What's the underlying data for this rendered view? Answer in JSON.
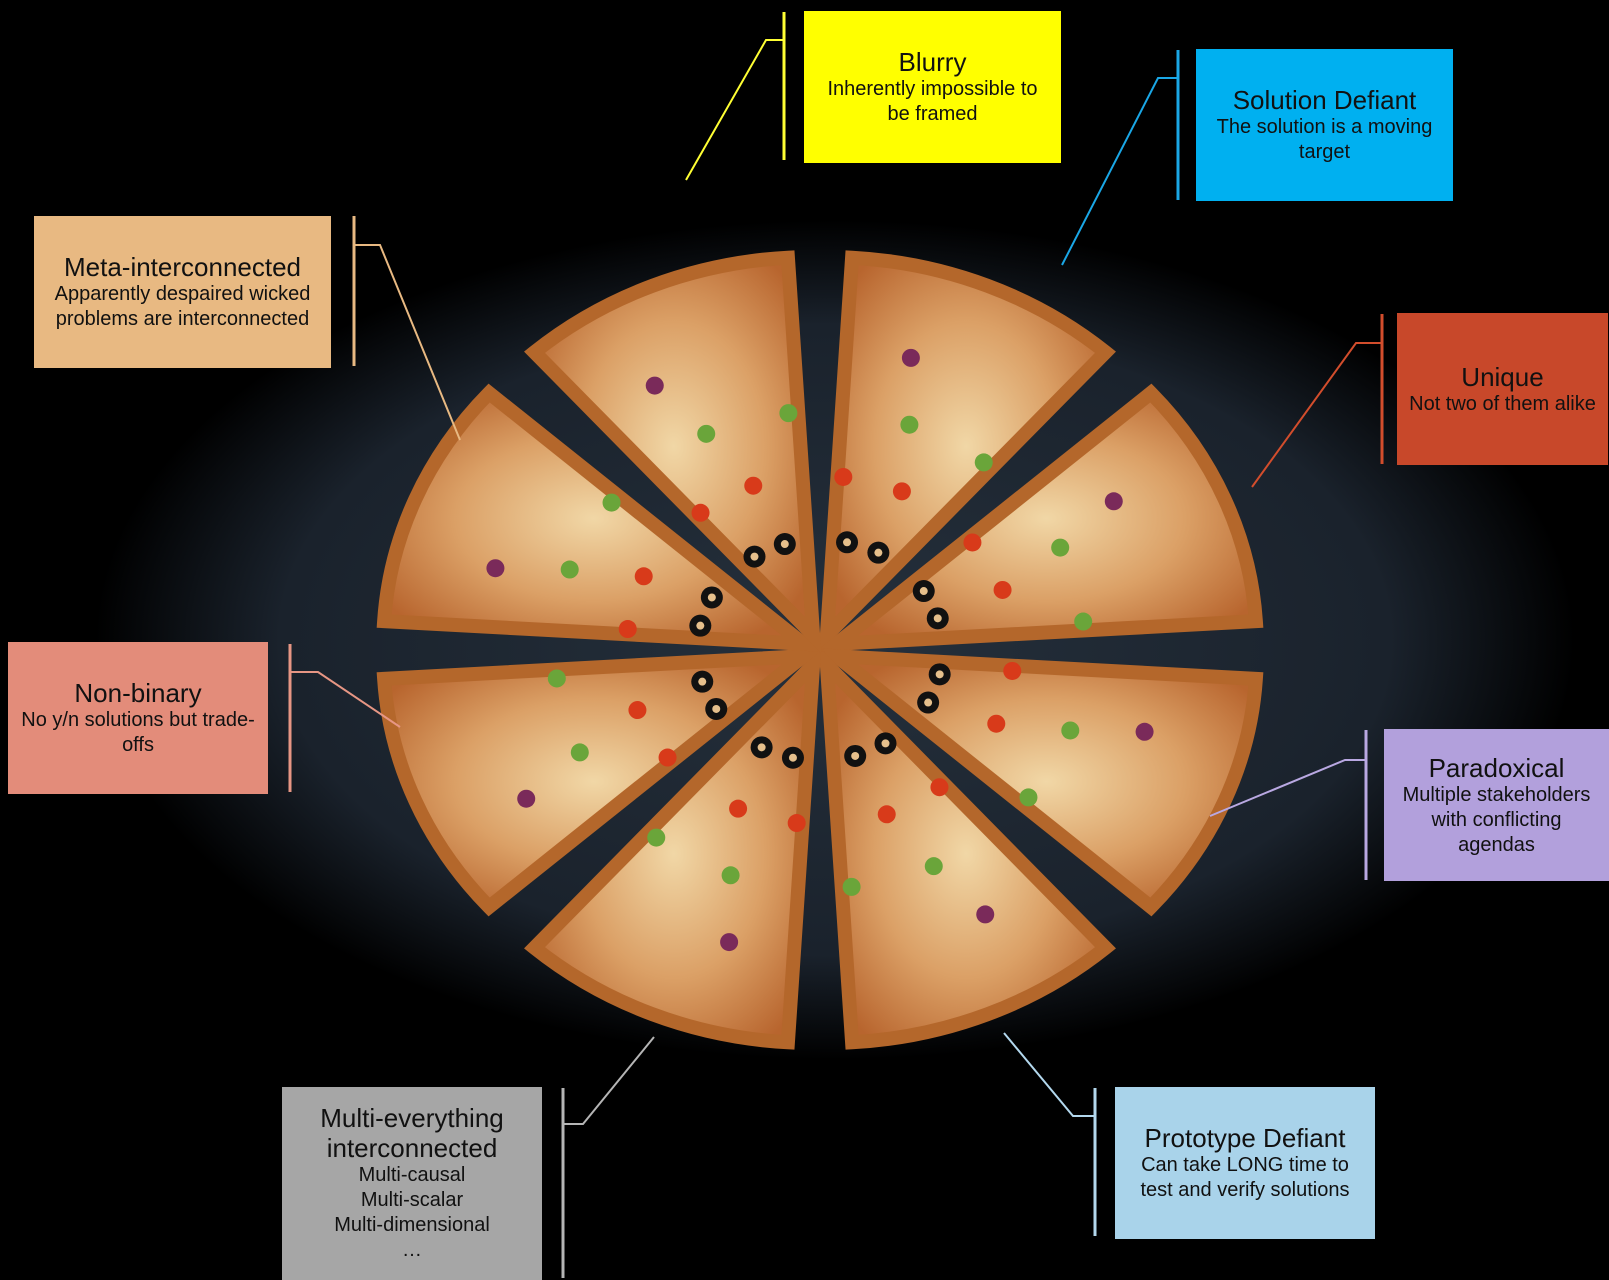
{
  "colors": {
    "background": "#000000",
    "board": "#1c2530",
    "crust": "#c98a45",
    "sauce_cheese": "#d9a56b"
  },
  "boxes": {
    "blurry": {
      "title": "Blurry",
      "desc": "Inherently impossible to be framed",
      "color": "#ffff00",
      "line": "#ffff33"
    },
    "solution_defiant": {
      "title": "Solution Defiant",
      "desc": "The solution is a moving target",
      "color": "#00b0f0",
      "line": "#1aa7e6"
    },
    "meta_interconnected": {
      "title": "Meta-interconnected",
      "desc": "Apparently despaired wicked problems are interconnected",
      "color": "#e8b982",
      "line": "#e8b982"
    },
    "unique": {
      "title": "Unique",
      "desc": "Not two of them alike",
      "color": "#c8482a",
      "line": "#d24d2c"
    },
    "non_binary": {
      "title": "Non-binary",
      "desc": "No y/n solutions but trade-offs",
      "color": "#e38c7a",
      "line": "#e79684"
    },
    "paradoxical": {
      "title": "Paradoxical",
      "desc": "Multiple stakeholders with conflicting agendas",
      "color": "#b2a0dc",
      "line": "#b9a8e2"
    },
    "multi_everything": {
      "title": "Multi-everything interconnected",
      "desc_lines": [
        "Multi-causal",
        "Multi-scalar",
        "Multi-dimensional",
        "…"
      ],
      "color": "#a6a6a6",
      "line": "#b5b5b5"
    },
    "prototype_defiant": {
      "title": "Prototype Defiant",
      "desc": "Can take LONG time to test and verify solutions",
      "color": "#a9d3ea",
      "line": "#b3d8ee"
    }
  }
}
